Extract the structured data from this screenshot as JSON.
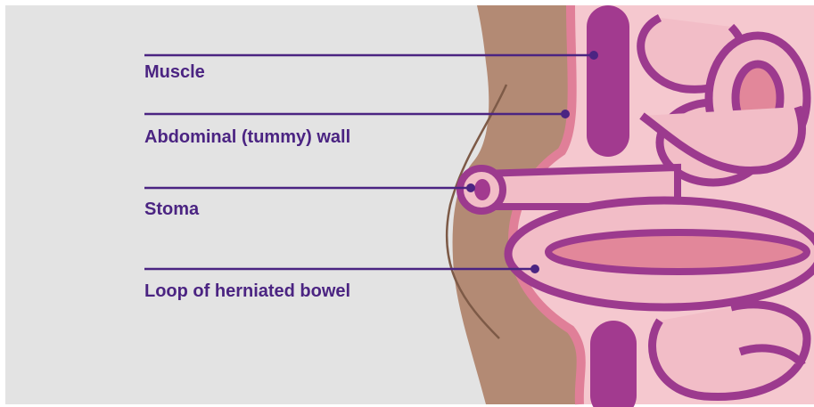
{
  "diagram": {
    "labels": [
      {
        "id": "muscle",
        "text": "Muscle"
      },
      {
        "id": "abdominal-wall",
        "text": "Abdominal (tummy) wall"
      },
      {
        "id": "stoma",
        "text": "Stoma"
      },
      {
        "id": "herniated-bowel",
        "text": "Loop of herniated bowel"
      }
    ]
  },
  "colors": {
    "background": "#e3e3e3",
    "skin": "#b38a74",
    "skin_line": "#7d5a47",
    "tissue": "#f5c8cf",
    "muscle": "#a23a8f",
    "bowel_fill": "#f2bdc7",
    "bowel_outline": "#9c3a8e",
    "bowel_inner": "#e2879a",
    "label_text": "#4b2482",
    "leader_line": "#4b2482"
  }
}
